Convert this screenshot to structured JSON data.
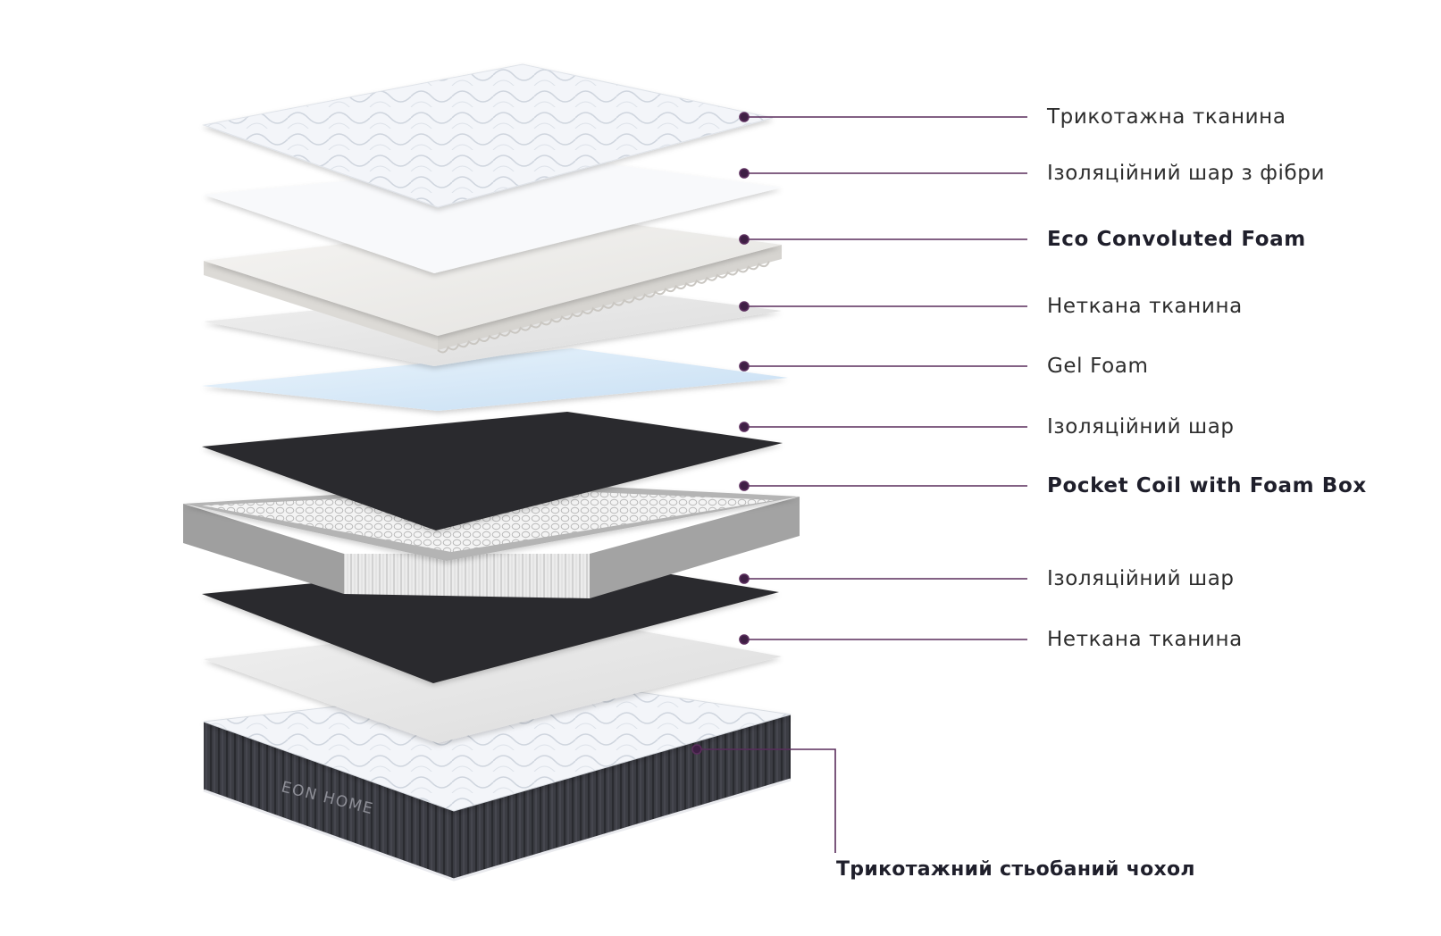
{
  "layers": [
    {
      "id": "knit-fabric",
      "label": "Трикотажна тканина",
      "emphasis": false
    },
    {
      "id": "fiber-insulation",
      "label": "Ізоляційний шар з фібри",
      "emphasis": false
    },
    {
      "id": "eco-convoluted-foam",
      "label": "Eco Convoluted Foam",
      "emphasis": true
    },
    {
      "id": "nonwoven-fabric-top",
      "label": "Неткана тканина",
      "emphasis": false
    },
    {
      "id": "gel-foam",
      "label": "Gel Foam",
      "emphasis": false
    },
    {
      "id": "insulation-top",
      "label": "Ізоляційний шар",
      "emphasis": false
    },
    {
      "id": "pocket-coil",
      "label": "Pocket Coil with Foam Box",
      "emphasis": true
    },
    {
      "id": "insulation-bottom",
      "label": "Ізоляційний шар",
      "emphasis": false
    },
    {
      "id": "nonwoven-fabric-bottom",
      "label": "Неткана тканина",
      "emphasis": false
    }
  ],
  "cover": {
    "label": "Трикотажний стьобаний чохол",
    "brand": "EON HOME"
  },
  "colors": {
    "leader_line": "#5a2d5c",
    "leader_dot": "#3e1f44",
    "quilt_top": "#f1f4f8",
    "fiber": "#f7f8fa",
    "foam": "#ecebe8",
    "nonwoven": "#e6e6e6",
    "gel": "#d6e8f7",
    "felt": "#2d2d2f",
    "foam_box": "#a8a8a8",
    "coil": "#f2f2f2",
    "cover_side": "#3b3c42"
  }
}
